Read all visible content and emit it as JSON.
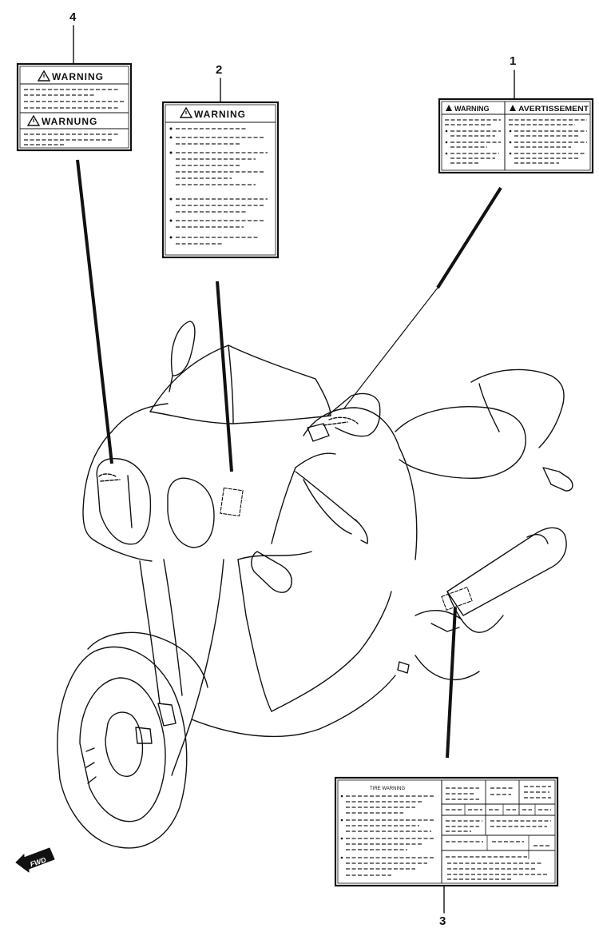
{
  "callouts": {
    "one": "1",
    "two": "2",
    "three": "3",
    "four": "4"
  },
  "labels": {
    "label1": {
      "left_heading": "WARNING",
      "right_heading": "AVERTISSEMENT"
    },
    "label2": {
      "heading": "WARNING"
    },
    "label3": {
      "heading": "TIRE WARNING"
    },
    "label4": {
      "heading_top": "WARNING",
      "heading_bottom": "WARNUNG"
    }
  },
  "icons": {
    "warning": "warning-triangle-icon",
    "direction": "fwd-arrow-icon"
  },
  "fwd_marker": "FWD"
}
